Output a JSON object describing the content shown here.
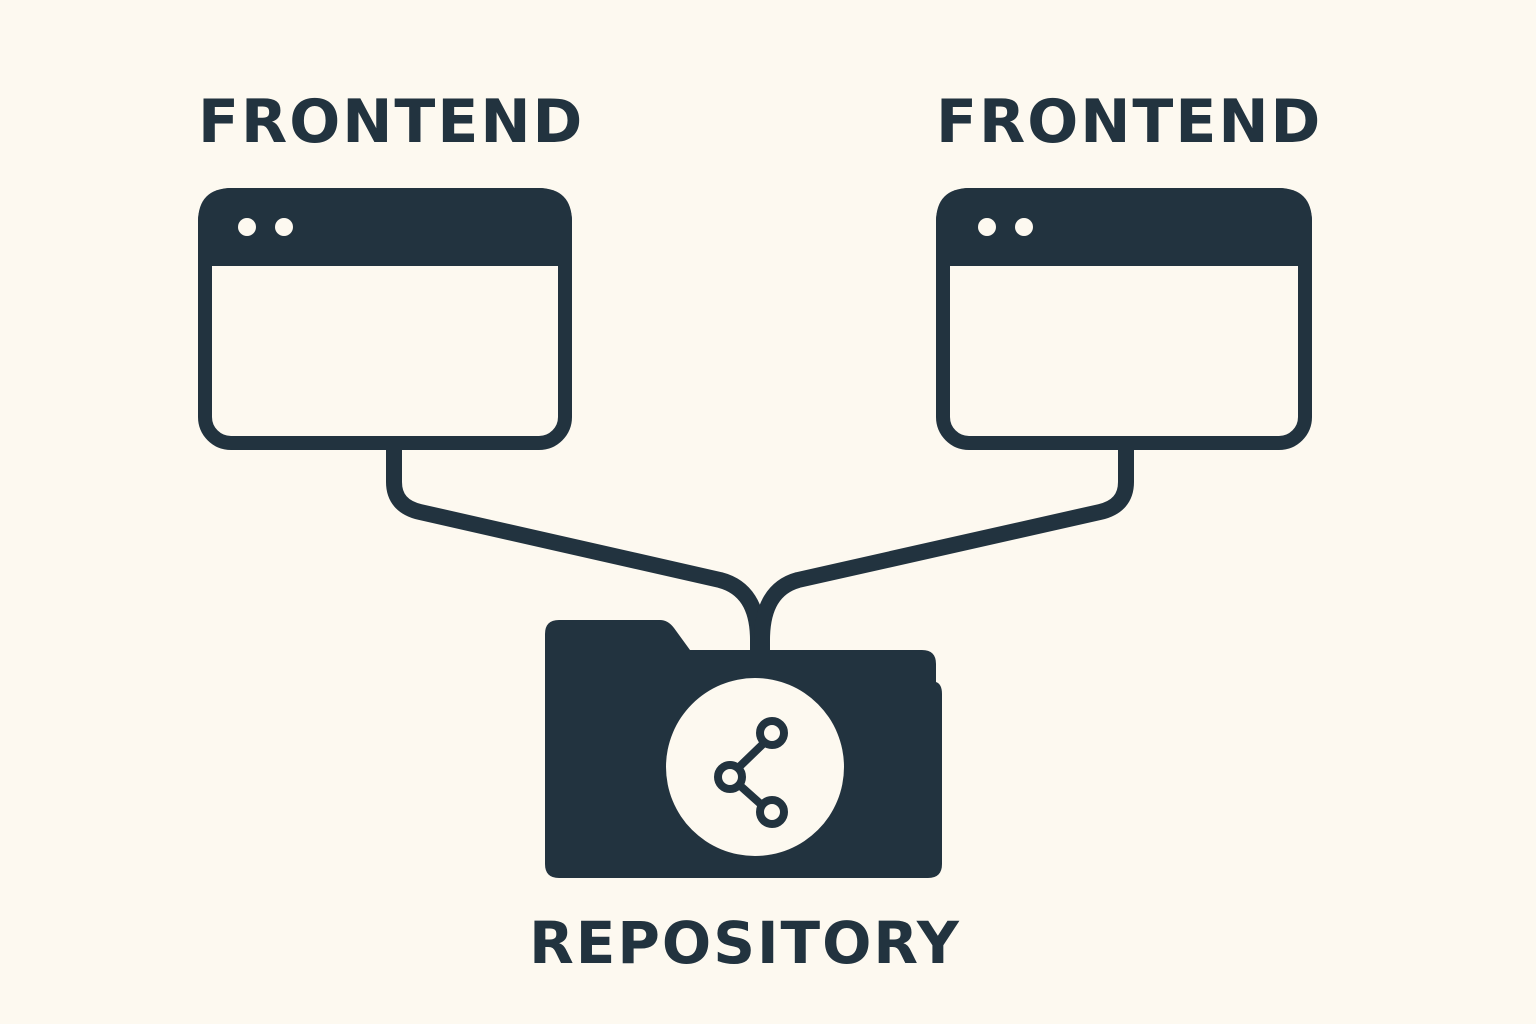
{
  "diagram": {
    "nodes": [
      {
        "id": "frontend-left",
        "label": "FRONTEND",
        "icon": "browser-window-icon"
      },
      {
        "id": "frontend-right",
        "label": "FRONTEND",
        "icon": "browser-window-icon"
      },
      {
        "id": "repository",
        "label": "REPOSITORY",
        "icon": "folder-share-icon"
      }
    ],
    "edges": [
      {
        "from": "frontend-left",
        "to": "repository"
      },
      {
        "from": "frontend-right",
        "to": "repository"
      }
    ]
  },
  "colors": {
    "background": "#fdf9f0",
    "ink": "#22333f"
  }
}
